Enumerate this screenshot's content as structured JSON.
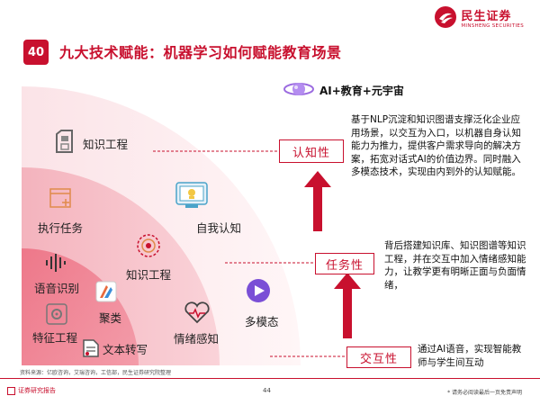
{
  "header": {
    "page_number": "40",
    "title": "九大技术赋能：机器学习如何赋能教育场景",
    "logo_cn": "民生证券",
    "logo_en": "MINSHENG SECURITIES"
  },
  "ai_tag": "AI+教育+元宇宙",
  "capabilities": {
    "knowledge_eng_outer": "知识工程",
    "exec_task": "执行任务",
    "self_cognition": "自我认知",
    "speech_rec": "语音识别",
    "knowledge_eng_inner": "知识工程",
    "clustering": "聚类",
    "feature_eng": "特征工程",
    "emotion": "情绪感知",
    "multimodal": "多模态",
    "text_convert": "文本转写"
  },
  "levels": [
    {
      "label": "认知性",
      "desc": "基于NLP沉淀和知识图谱支撑泛化企业应用场景，以交互为入口，以机器自身认知能力为推力，提供客户需求导向的解决方案，拓宽对话式AI的价值边界。同时融入多模态技术，实现由内到外的认知赋能。"
    },
    {
      "label": "任务性",
      "desc": "背后搭建知识库、知识图谱等知识工程，并在交互中加入情绪感知能力，让教学更有明晰正面与负面情绪，"
    },
    {
      "label": "交互性",
      "desc": "通过AI语音，实现智能教师与学生间互动"
    }
  ],
  "footer": {
    "source": "资料来源：亿欧咨询，艾瑞咨询，工信部，民生证券研究院整理",
    "left": "证券研究报告",
    "page": "44",
    "right": "* 请务必阅读最后一页免责声明"
  },
  "colors": {
    "brand_red": "#c8102e",
    "arc_outer": "#fdf0f2",
    "arc_middle": "#f7c1c9",
    "arc_inner": "#e03c56"
  }
}
